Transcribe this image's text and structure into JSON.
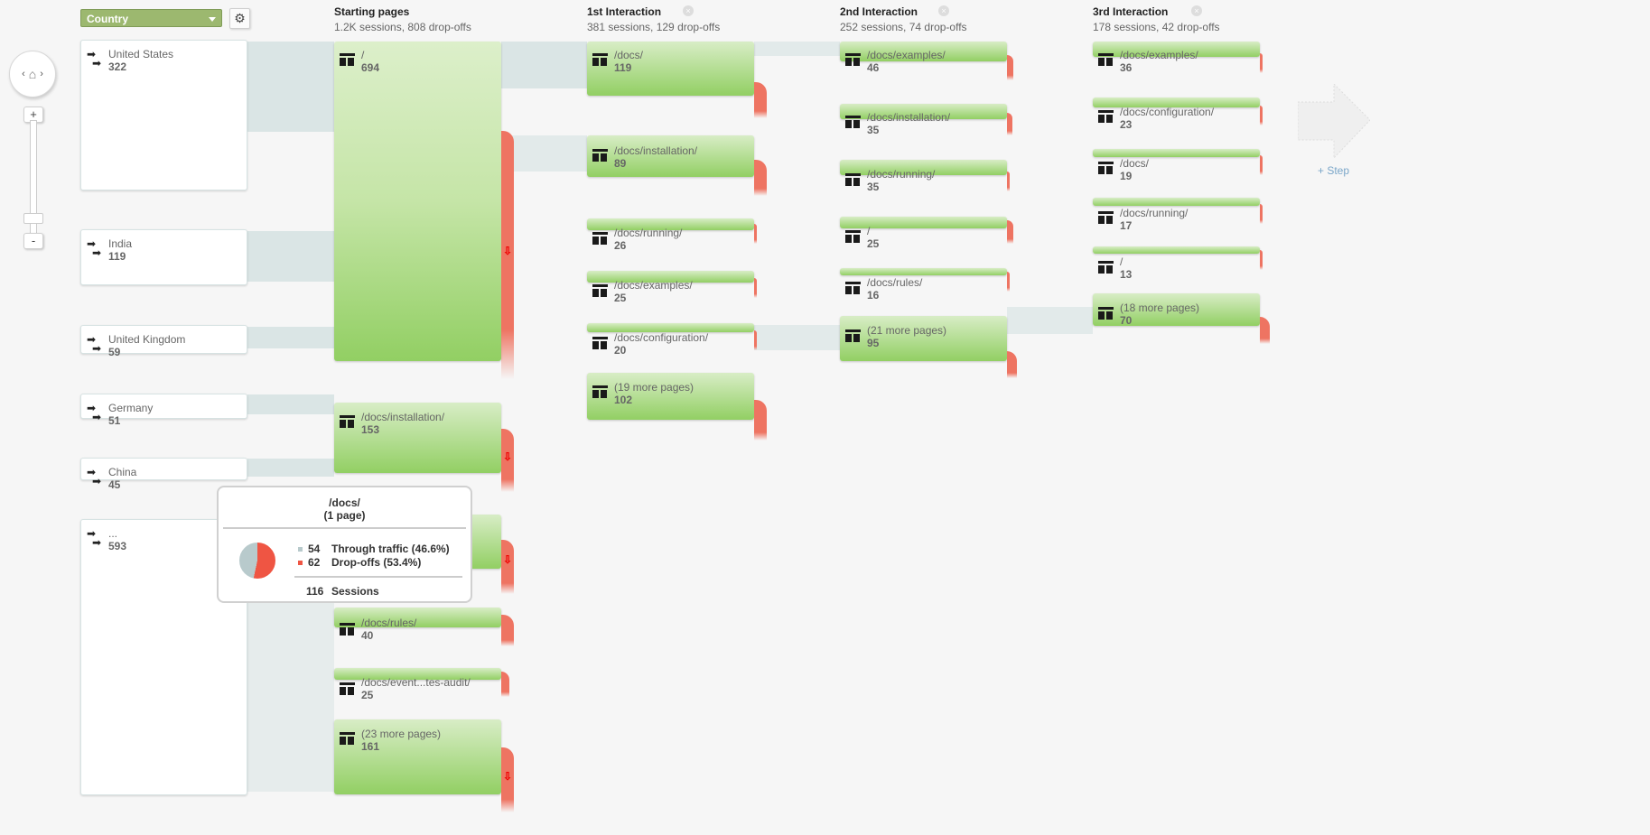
{
  "controls": {
    "dimension_select": "Country",
    "settings_icon": "gear-icon",
    "nav_home_icon": "home-icon",
    "zoom_in": "+",
    "zoom_out": "-"
  },
  "columns": [
    {
      "title": "Starting pages",
      "subtitle": "1.2K sessions, 808 drop-offs",
      "closable": false
    },
    {
      "title": "1st Interaction",
      "subtitle": "381 sessions, 129 drop-offs",
      "closable": true
    },
    {
      "title": "2nd Interaction",
      "subtitle": "252 sessions, 74 drop-offs",
      "closable": true
    },
    {
      "title": "3rd Interaction",
      "subtitle": "178 sessions, 42 drop-offs",
      "closable": true
    }
  ],
  "countries": [
    {
      "name": "United States",
      "value": "322"
    },
    {
      "name": "India",
      "value": "119"
    },
    {
      "name": "United Kingdom",
      "value": "59"
    },
    {
      "name": "Germany",
      "value": "51"
    },
    {
      "name": "China",
      "value": "45"
    },
    {
      "name": "...",
      "value": "593"
    }
  ],
  "starting_pages": [
    {
      "label": "/",
      "value": "694"
    },
    {
      "label": "/docs/installation/",
      "value": "153"
    },
    {
      "label": "/docs/",
      "value": "116"
    },
    {
      "label": "/docs/rules/",
      "value": "40"
    },
    {
      "label": "/docs/event...tes-audit/",
      "value": "25"
    },
    {
      "label": "(23 more pages)",
      "value": "161"
    }
  ],
  "interaction1": [
    {
      "label": "/docs/",
      "value": "119"
    },
    {
      "label": "/docs/installation/",
      "value": "89"
    },
    {
      "label": "/docs/running/",
      "value": "26"
    },
    {
      "label": "/docs/examples/",
      "value": "25"
    },
    {
      "label": "/docs/configuration/",
      "value": "20"
    },
    {
      "label": "(19 more pages)",
      "value": "102"
    }
  ],
  "interaction2": [
    {
      "label": "/docs/examples/",
      "value": "46"
    },
    {
      "label": "/docs/installation/",
      "value": "35"
    },
    {
      "label": "/docs/running/",
      "value": "35"
    },
    {
      "label": "/",
      "value": "25"
    },
    {
      "label": "/docs/rules/",
      "value": "16"
    },
    {
      "label": "(21 more pages)",
      "value": "95"
    }
  ],
  "interaction3": [
    {
      "label": "/docs/examples/",
      "value": "36"
    },
    {
      "label": "/docs/configuration/",
      "value": "23"
    },
    {
      "label": "/docs/",
      "value": "19"
    },
    {
      "label": "/docs/running/",
      "value": "17"
    },
    {
      "label": "/",
      "value": "13"
    },
    {
      "label": "(18 more pages)",
      "value": "70"
    }
  ],
  "tooltip": {
    "title": "/docs/",
    "subtitle": "(1 page)",
    "through_value": "54",
    "through_label": "Through traffic (46.6%)",
    "drop_value": "62",
    "drop_label": "Drop-offs (53.4%)",
    "sessions_value": "116",
    "sessions_label": "Sessions",
    "colors": {
      "through": "#b8cacc",
      "drop": "#ef5543"
    }
  },
  "add_step": "+ Step",
  "colors": {
    "node_green": "#92cf63",
    "dropoff_red": "#ee7462",
    "flow": "#d5e2e2",
    "dimension": "#9cb86f"
  }
}
